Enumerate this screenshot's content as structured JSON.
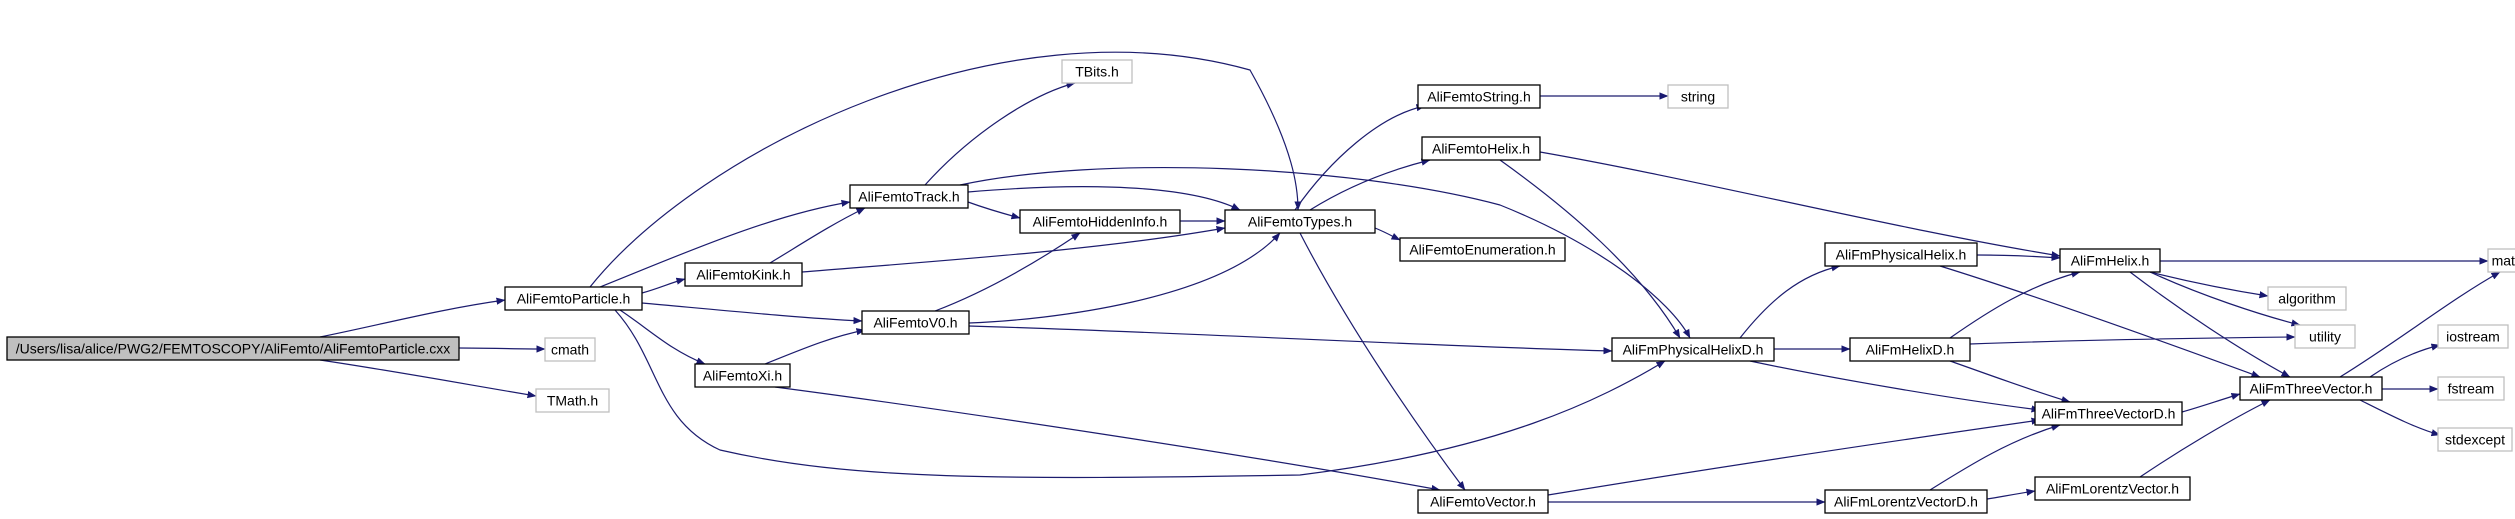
{
  "diagram": {
    "type": "include-dependency-graph",
    "colors": {
      "edge": "#1c1c6e",
      "arrow": "#191970",
      "root_fill": "#bfbfbf",
      "node_border": "#000000",
      "external_border": "#bfbfbf",
      "node_fill": "#ffffff"
    },
    "nodes": [
      {
        "id": "root",
        "label": "/Users/lisa/alice/PWG2/FEMTOSCOPY/AliFemto/AliFemtoParticle.cxx",
        "kind": "root"
      },
      {
        "id": "cmath",
        "label": "cmath",
        "kind": "external"
      },
      {
        "id": "TMath",
        "label": "TMath.h",
        "kind": "external"
      },
      {
        "id": "Particle",
        "label": "AliFemtoParticle.h",
        "kind": "internal"
      },
      {
        "id": "Track",
        "label": "AliFemtoTrack.h",
        "kind": "internal"
      },
      {
        "id": "Kink",
        "label": "AliFemtoKink.h",
        "kind": "internal"
      },
      {
        "id": "V0",
        "label": "AliFemtoV0.h",
        "kind": "internal"
      },
      {
        "id": "Xi",
        "label": "AliFemtoXi.h",
        "kind": "internal"
      },
      {
        "id": "TBits",
        "label": "TBits.h",
        "kind": "external"
      },
      {
        "id": "Hidden",
        "label": "AliFemtoHiddenInfo.h",
        "kind": "internal"
      },
      {
        "id": "Types",
        "label": "AliFemtoTypes.h",
        "kind": "internal"
      },
      {
        "id": "String",
        "label": "AliFemtoString.h",
        "kind": "internal"
      },
      {
        "id": "string",
        "label": "string",
        "kind": "external"
      },
      {
        "id": "Helix",
        "label": "AliFemtoHelix.h",
        "kind": "internal"
      },
      {
        "id": "Enum",
        "label": "AliFemtoEnumeration.h",
        "kind": "internal"
      },
      {
        "id": "Vector",
        "label": "AliFemtoVector.h",
        "kind": "internal"
      },
      {
        "id": "PhysHelixD",
        "label": "AliFmPhysicalHelixD.h",
        "kind": "internal"
      },
      {
        "id": "PhysHelix",
        "label": "AliFmPhysicalHelix.h",
        "kind": "internal"
      },
      {
        "id": "HelixD",
        "label": "AliFmHelixD.h",
        "kind": "internal"
      },
      {
        "id": "FmHelix",
        "label": "AliFmHelix.h",
        "kind": "internal"
      },
      {
        "id": "LorentzD",
        "label": "AliFmLorentzVectorD.h",
        "kind": "internal"
      },
      {
        "id": "ThreeVecD",
        "label": "AliFmThreeVectorD.h",
        "kind": "internal"
      },
      {
        "id": "Lorentz",
        "label": "AliFmLorentzVector.h",
        "kind": "internal"
      },
      {
        "id": "ThreeVec",
        "label": "AliFmThreeVector.h",
        "kind": "internal"
      },
      {
        "id": "algorithm",
        "label": "algorithm",
        "kind": "external"
      },
      {
        "id": "utility",
        "label": "utility",
        "kind": "external"
      },
      {
        "id": "math",
        "label": "math.h",
        "kind": "external"
      },
      {
        "id": "iostream",
        "label": "iostream",
        "kind": "external"
      },
      {
        "id": "fstream",
        "label": "fstream",
        "kind": "external"
      },
      {
        "id": "stdexcept",
        "label": "stdexcept",
        "kind": "external"
      }
    ],
    "edges": [
      {
        "from": "root",
        "to": "Particle"
      },
      {
        "from": "root",
        "to": "cmath"
      },
      {
        "from": "root",
        "to": "TMath"
      },
      {
        "from": "Particle",
        "to": "Track"
      },
      {
        "from": "Particle",
        "to": "Kink"
      },
      {
        "from": "Particle",
        "to": "V0"
      },
      {
        "from": "Particle",
        "to": "Xi"
      },
      {
        "from": "Particle",
        "to": "Types"
      },
      {
        "from": "Particle",
        "to": "PhysHelixD"
      },
      {
        "from": "Track",
        "to": "TBits"
      },
      {
        "from": "Track",
        "to": "Hidden"
      },
      {
        "from": "Track",
        "to": "Types"
      },
      {
        "from": "Track",
        "to": "PhysHelixD"
      },
      {
        "from": "Kink",
        "to": "Track"
      },
      {
        "from": "Kink",
        "to": "Types"
      },
      {
        "from": "V0",
        "to": "Hidden"
      },
      {
        "from": "V0",
        "to": "Types"
      },
      {
        "from": "V0",
        "to": "PhysHelixD"
      },
      {
        "from": "Xi",
        "to": "V0"
      },
      {
        "from": "Xi",
        "to": "Vector"
      },
      {
        "from": "Hidden",
        "to": "Types"
      },
      {
        "from": "Types",
        "to": "String"
      },
      {
        "from": "Types",
        "to": "Helix"
      },
      {
        "from": "Types",
        "to": "Enum"
      },
      {
        "from": "Types",
        "to": "Vector"
      },
      {
        "from": "String",
        "to": "string"
      },
      {
        "from": "Helix",
        "to": "PhysHelixD"
      },
      {
        "from": "Helix",
        "to": "FmHelix"
      },
      {
        "from": "PhysHelixD",
        "to": "PhysHelix"
      },
      {
        "from": "PhysHelixD",
        "to": "HelixD"
      },
      {
        "from": "PhysHelixD",
        "to": "ThreeVecD"
      },
      {
        "from": "PhysHelix",
        "to": "FmHelix"
      },
      {
        "from": "PhysHelix",
        "to": "ThreeVec"
      },
      {
        "from": "HelixD",
        "to": "FmHelix"
      },
      {
        "from": "HelixD",
        "to": "utility"
      },
      {
        "from": "HelixD",
        "to": "ThreeVecD"
      },
      {
        "from": "Vector",
        "to": "ThreeVecD"
      },
      {
        "from": "Vector",
        "to": "LorentzD"
      },
      {
        "from": "LorentzD",
        "to": "ThreeVecD"
      },
      {
        "from": "LorentzD",
        "to": "Lorentz"
      },
      {
        "from": "ThreeVecD",
        "to": "ThreeVec"
      },
      {
        "from": "Lorentz",
        "to": "ThreeVec"
      },
      {
        "from": "FmHelix",
        "to": "math"
      },
      {
        "from": "FmHelix",
        "to": "algorithm"
      },
      {
        "from": "FmHelix",
        "to": "utility"
      },
      {
        "from": "FmHelix",
        "to": "ThreeVec"
      },
      {
        "from": "ThreeVec",
        "to": "math"
      },
      {
        "from": "ThreeVec",
        "to": "iostream"
      },
      {
        "from": "ThreeVec",
        "to": "fstream"
      },
      {
        "from": "ThreeVec",
        "to": "stdexcept"
      }
    ]
  }
}
